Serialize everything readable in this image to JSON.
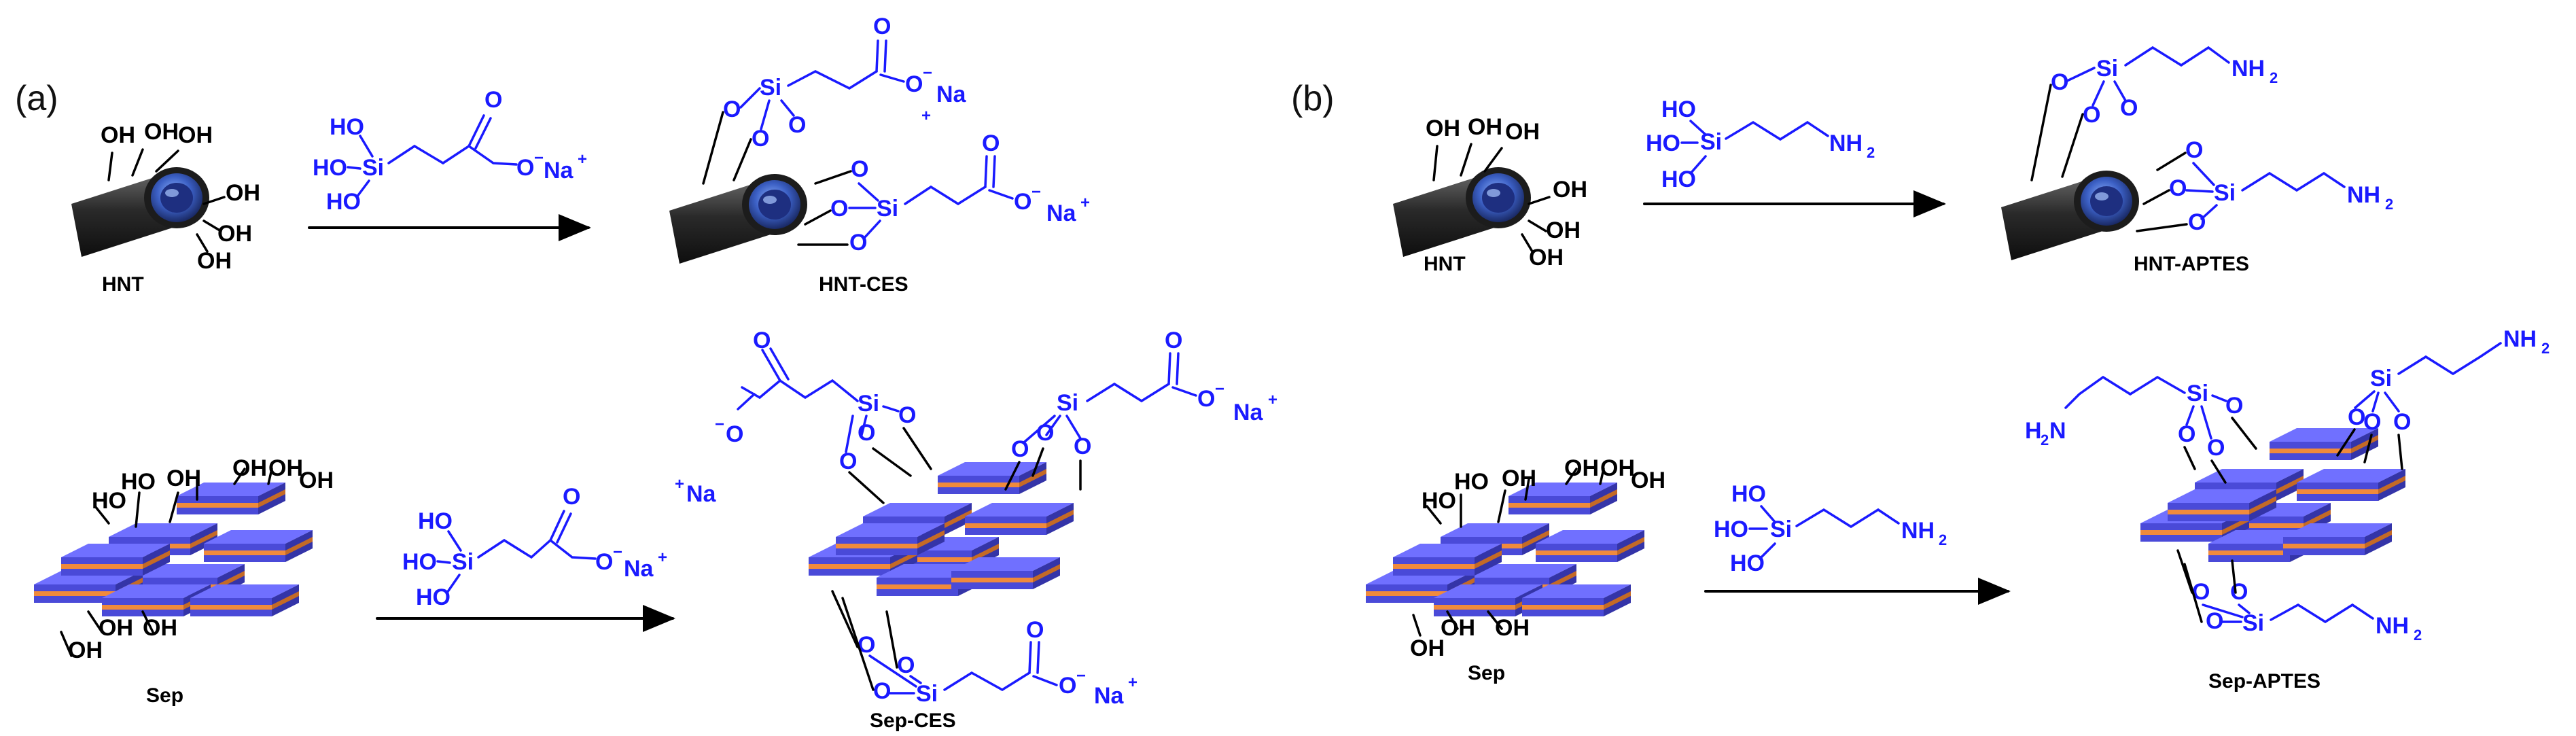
{
  "panels": {
    "a": {
      "label": "(a)"
    },
    "b": {
      "label": "(b)"
    }
  },
  "labels": {
    "hnt": "HNT",
    "hnt_ces": "HNT-CES",
    "sep": "Sep",
    "sep_ces": "Sep-CES",
    "hnt_aptes": "HNT-APTES",
    "sep_aptes": "Sep-APTES"
  },
  "atoms": {
    "oh": "OH",
    "ho": "HO",
    "si": "Si",
    "o": "O",
    "na": "Na",
    "nh": "NH",
    "h": "H",
    "n": "N",
    "two": "2",
    "plus": "+",
    "minus": "−"
  },
  "colors": {
    "reagent": "#1a1aff",
    "tube_outer": "#2b2b2b",
    "tube_inner": "#2f4fa8",
    "sheet_top": "#5b5bf0",
    "sheet_stripe": "#f08a3c"
  }
}
